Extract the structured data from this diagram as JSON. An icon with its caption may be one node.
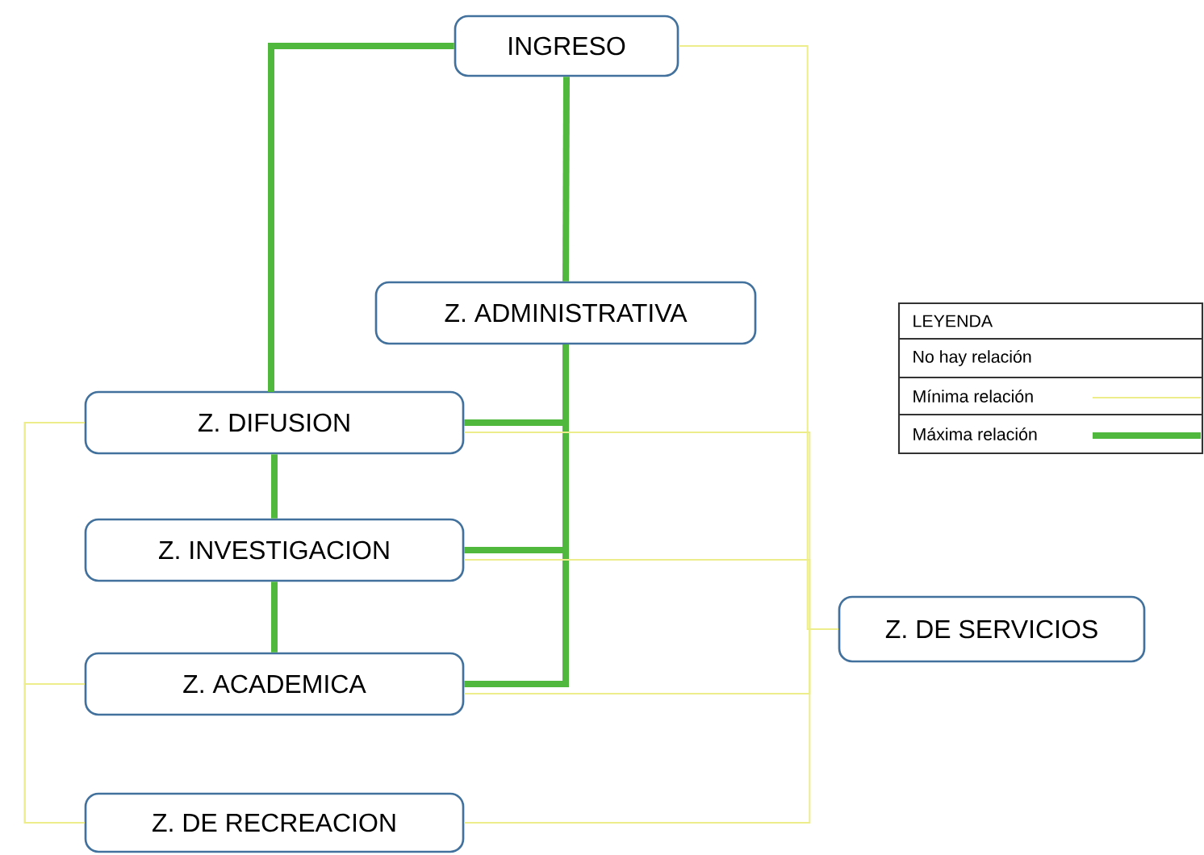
{
  "diagram": {
    "nodes": [
      {
        "text": [
          "INGRESO"
        ]
      },
      {
        "text": [
          "Z. ADMINISTRATIVA"
        ]
      },
      {
        "text": [
          "Z. DIFUSION"
        ]
      },
      {
        "text": [
          "Z. INVESTIGACION"
        ]
      },
      {
        "text": [
          "Z. ACADEMICA"
        ]
      },
      {
        "text": [
          "Z. DE SERVICIOS"
        ]
      },
      {
        "text": [
          "Z. DE RECREACION"
        ]
      }
    ],
    "edges": [
      {
        "from": 0,
        "to": 2,
        "arrow": "none",
        "style": "thick",
        "color": "#50b83c"
      },
      {
        "from": 0,
        "to": 1,
        "arrow": "none",
        "style": "thick",
        "color": "#50b83c"
      },
      {
        "from": 0,
        "to": 5,
        "arrow": "none"
      },
      {
        "from": 1,
        "to": 2,
        "arrow": "none",
        "style": "thick",
        "color": "#50b83c"
      },
      {
        "from": 1,
        "to": 3,
        "arrow": "none",
        "style": "thick",
        "color": "#50b83c"
      },
      {
        "from": 1,
        "to": 4,
        "arrow": "none",
        "style": "thick",
        "color": "#50b83c"
      },
      {
        "from": 2,
        "to": 3,
        "arrow": "none",
        "style": "thick",
        "color": "#50b83c"
      },
      {
        "from": 3,
        "to": 4,
        "arrow": "none",
        "style": "thick",
        "color": "#50b83c"
      },
      {
        "from": 2,
        "to": 5,
        "arrow": "none"
      },
      {
        "from": 3,
        "to": 5,
        "arrow": "none"
      },
      {
        "from": 4,
        "to": 5,
        "arrow": "none"
      },
      {
        "from": 6,
        "to": 5,
        "arrow": "none"
      },
      {
        "from": 2,
        "to": 4,
        "arrow": "none"
      },
      {
        "from": 2,
        "to": 6,
        "arrow": "none"
      },
      {
        "from": 4,
        "to": 6,
        "arrow": "none"
      }
    ],
    "labels": [
      "LEYENDA"
    ],
    "legend": [
      {
        "text": "No hay relación"
      },
      {
        "text": "Mínima relación"
      },
      {
        "text": "Máxima relación"
      }
    ]
  }
}
